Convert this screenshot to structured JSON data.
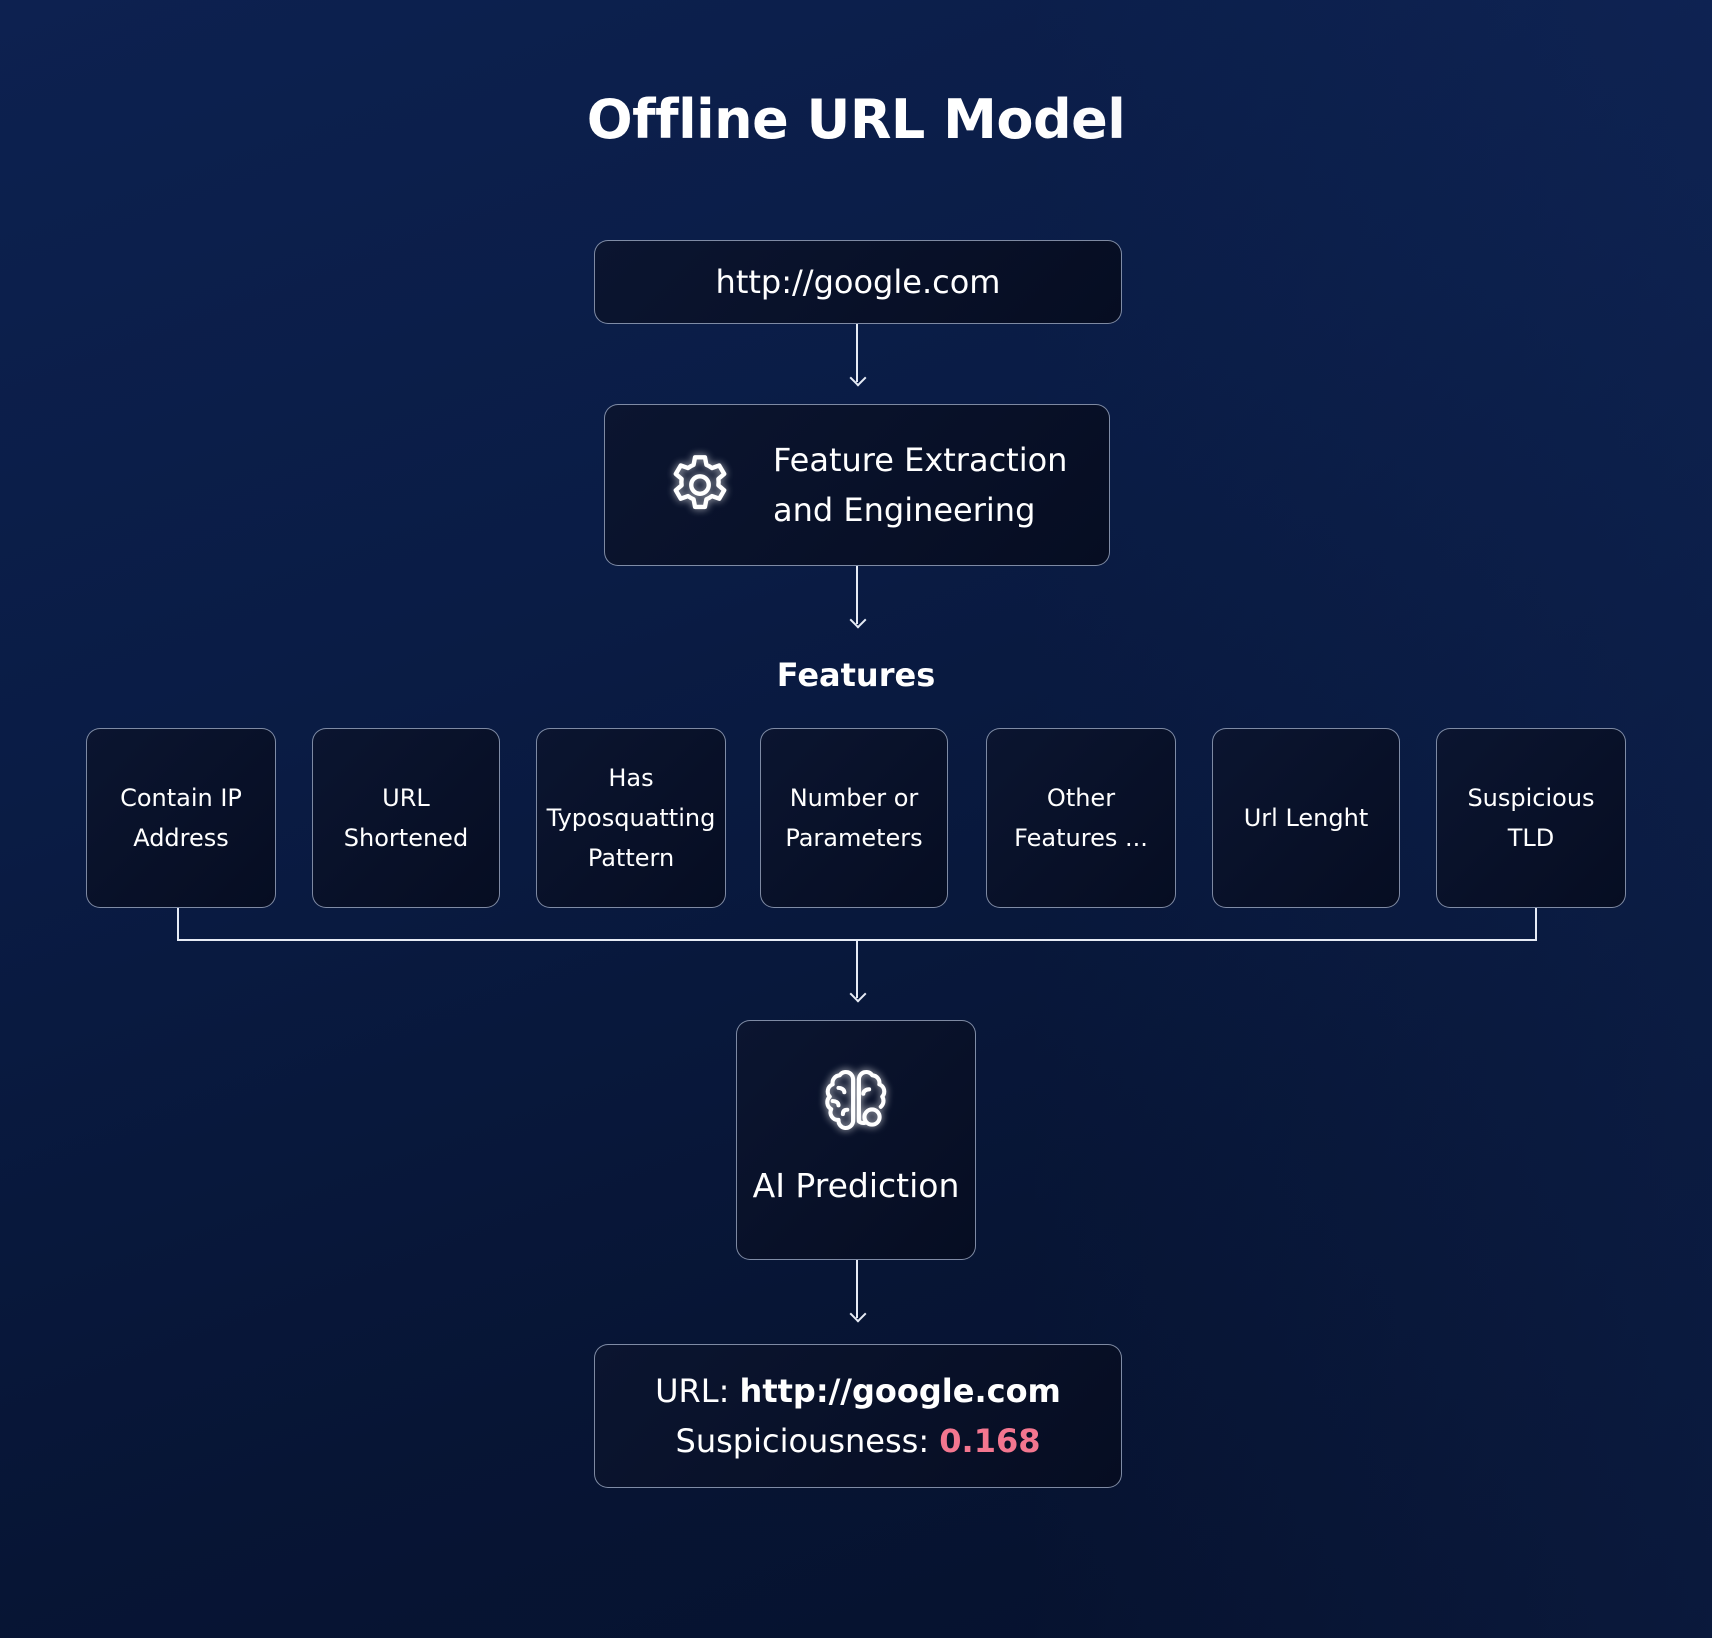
{
  "title": "Offline URL Model",
  "input": {
    "url": "http://google.com"
  },
  "feature_extraction": {
    "icon": "gear-icon",
    "line1": "Feature Extraction",
    "line2": "and Engineering"
  },
  "features": {
    "label": "Features",
    "items": [
      {
        "lines": [
          "Contain IP",
          "Address"
        ]
      },
      {
        "lines": [
          "URL",
          "Shortened"
        ]
      },
      {
        "lines": [
          "Has",
          "Typosquatting",
          "Pattern"
        ]
      },
      {
        "lines": [
          "Number or",
          "Parameters"
        ]
      },
      {
        "lines": [
          "Other",
          "Features ..."
        ]
      },
      {
        "lines": [
          "Url Lenght"
        ]
      },
      {
        "lines": [
          "Suspicious",
          "TLD"
        ]
      }
    ]
  },
  "prediction": {
    "icon": "brain-icon",
    "label": "AI Prediction"
  },
  "result": {
    "url_label": "URL: ",
    "url_value": "http://google.com",
    "score_label": "Suspiciousness: ",
    "score_value": "0.168"
  },
  "colors": {
    "background_top": "#0d2150",
    "background_bottom": "#06112c",
    "box_fill": "#070f25",
    "box_border": "#bec9e0",
    "score_accent": "#f3768f"
  }
}
